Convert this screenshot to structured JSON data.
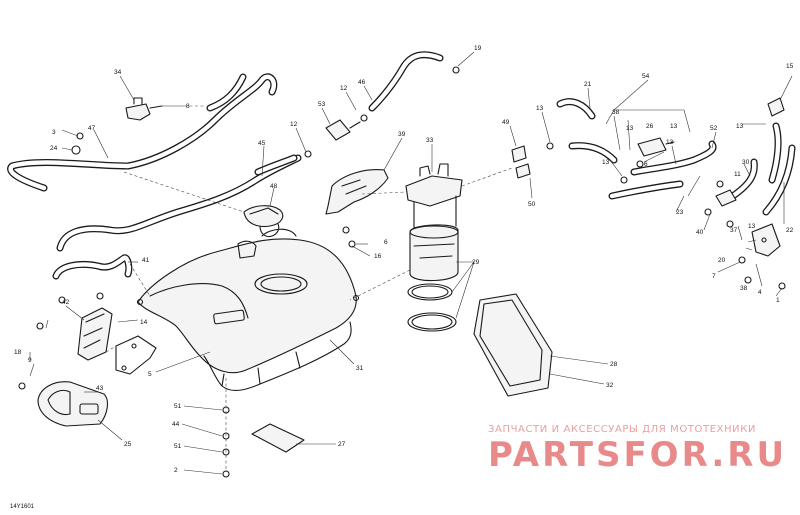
{
  "diagram": {
    "reference_code": "14Y1601",
    "watermark_caption": "ЗАПЧАСТИ И АКСЕССУАРЫ ДЛЯ МОТОТЕХНИКИ",
    "watermark_logo": "PARTSFOR.RU"
  },
  "callouts": {
    "c1": "1",
    "c2": "2",
    "c3": "3",
    "c4": "4",
    "c5": "5",
    "c6a": "6",
    "c6b": "6",
    "c7": "7",
    "c8": "8",
    "c9": "9",
    "c11": "11",
    "c12a": "12",
    "c12b": "12",
    "c13a": "13",
    "c13b": "13",
    "c13c": "13",
    "c13d": "13",
    "c13e": "13",
    "c13f": "13",
    "c14": "14",
    "c15": "15",
    "c16": "16",
    "c18": "18",
    "c19": "19",
    "c20": "20",
    "c21": "21",
    "c22": "22",
    "c23": "23",
    "c24": "24",
    "c25": "25",
    "c26": "26",
    "c27": "27",
    "c28": "28",
    "c29": "29",
    "c30": "30",
    "c31": "31",
    "c32": "32",
    "c33": "33",
    "c34": "34",
    "c37": "37",
    "c38a": "38",
    "c38b": "38",
    "c39": "39",
    "c40": "40",
    "c41": "41",
    "c42": "42",
    "c43": "43",
    "c44": "44",
    "c45": "45",
    "c46": "46",
    "c47": "47",
    "c48": "48",
    "c49": "49",
    "c50": "50",
    "c51a": "51",
    "c51b": "51",
    "c52": "52",
    "c53": "53",
    "c54": "54"
  },
  "colors": {
    "line": "#1a1a1a",
    "watermark": "#e98a8a",
    "background": "#ffffff"
  }
}
